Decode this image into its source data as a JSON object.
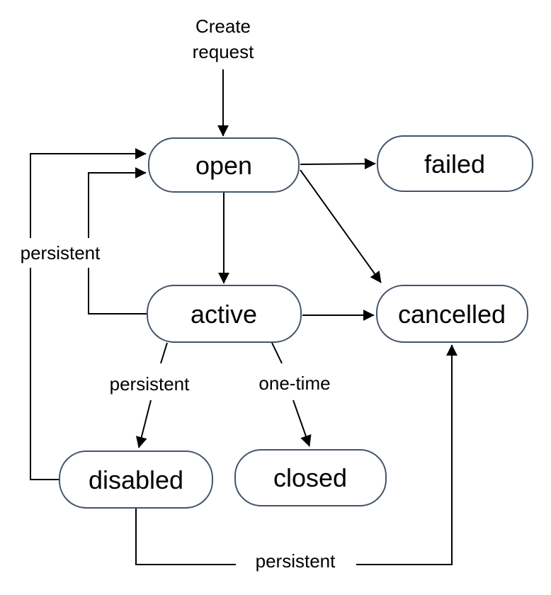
{
  "diagram": {
    "entry_label": {
      "line1": "Create",
      "line2": "request"
    },
    "nodes": {
      "open": "open",
      "failed": "failed",
      "active": "active",
      "cancelled": "cancelled",
      "disabled": "disabled",
      "closed": "closed"
    },
    "edge_labels": {
      "loop_left": "persistent",
      "active_to_disabled": "persistent",
      "active_to_closed": "one-time",
      "disabled_to_cancelled": "persistent"
    },
    "edges": [
      {
        "from": "(start)",
        "to": "open",
        "label": "Create request"
      },
      {
        "from": "open",
        "to": "failed",
        "label": ""
      },
      {
        "from": "open",
        "to": "cancelled",
        "label": ""
      },
      {
        "from": "open",
        "to": "active",
        "label": ""
      },
      {
        "from": "active",
        "to": "open",
        "label": "persistent"
      },
      {
        "from": "active",
        "to": "cancelled",
        "label": ""
      },
      {
        "from": "active",
        "to": "disabled",
        "label": "persistent"
      },
      {
        "from": "active",
        "to": "closed",
        "label": "one-time"
      },
      {
        "from": "disabled",
        "to": "open",
        "label": "persistent"
      },
      {
        "from": "disabled",
        "to": "cancelled",
        "label": "persistent"
      }
    ],
    "colors": {
      "node_border": "#44546A",
      "node_fill": "#FFFFFF",
      "arrow": "#000000",
      "text": "#000000",
      "background": "#FFFFFF"
    }
  }
}
